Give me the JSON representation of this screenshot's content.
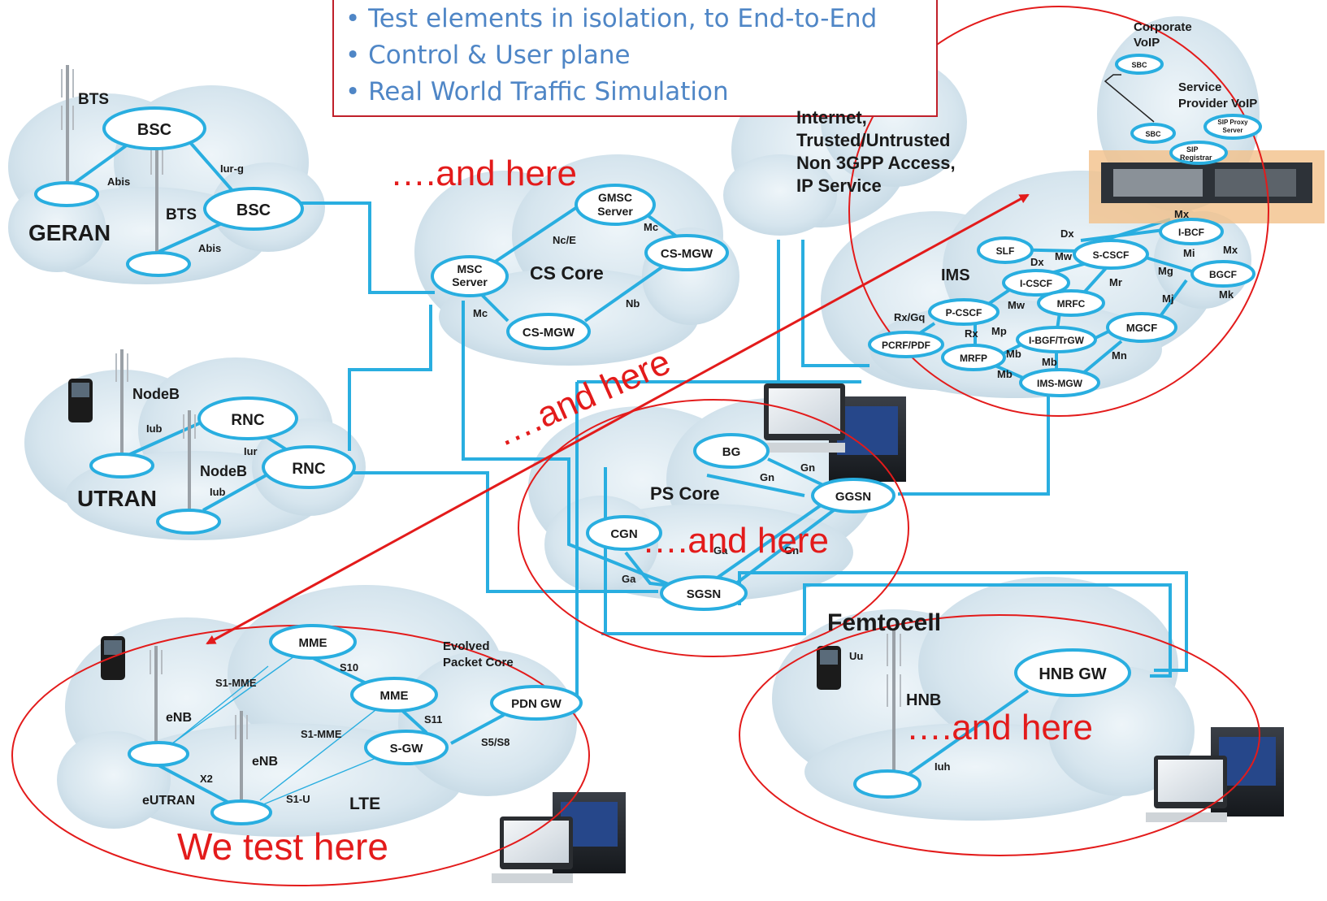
{
  "callout": {
    "bullets": [
      "Test elements in isolation, to End-to-End",
      "Control & User plane",
      "Real World Traffic Simulation"
    ]
  },
  "annotations": {
    "and_here_1": "….and here",
    "and_here_2": "….and here",
    "and_here_3": "….and here",
    "and_here_4": "….and here",
    "we_test_here": "We  test  here"
  },
  "regions": {
    "geran": "GERAN",
    "utran": "UTRAN",
    "cs_core": "CS Core",
    "ps_core": "PS Core",
    "ims": "IMS",
    "lte": "LTE",
    "femtocell": "Femtocell",
    "internet": [
      "Internet,",
      "Trusted/Untrusted",
      "Non 3GPP Access,",
      "IP Service"
    ],
    "evolved_packet_core": [
      "Evolved",
      "Packet Core"
    ],
    "corporate_voip": [
      "Corporate",
      "VoIP"
    ],
    "service_provider_voip": [
      "Service",
      "Provider VoIP"
    ]
  },
  "nodes": {
    "bsc1": "BSC",
    "bsc2": "BSC",
    "bts1": "BTS",
    "bts2": "BTS",
    "msc_server": [
      "MSC",
      "Server"
    ],
    "gmsc_server": [
      "GMSC",
      "Server"
    ],
    "cs_mgw1": "CS-MGW",
    "cs_mgw2": "CS-MGW",
    "rnc1": "RNC",
    "rnc2": "RNC",
    "nodeb1": "NodeB",
    "nodeb2": "NodeB",
    "bg": "BG",
    "ggsn": "GGSN",
    "cgn": "CGN",
    "sgsn": "SGSN",
    "mme1": "MME",
    "mme2": "MME",
    "sgw": "S-GW",
    "pdn_gw": "PDN GW",
    "enb1": "eNB",
    "enb2": "eNB",
    "eutran": "eUTRAN",
    "hnb_gw": "HNB GW",
    "hnb": "HNB",
    "slf": "SLF",
    "s_cscf": "S-CSCF",
    "i_bcf": "I-BCF",
    "i_cscf": "I-CSCF",
    "bgcf": "BGCF",
    "p_cscf": "P-CSCF",
    "mrfc": "MRFC",
    "pcrf_pdf": "PCRF/PDF",
    "mrfp": "MRFP",
    "i_bgf_trgw": "I-BGF/TrGW",
    "mgcf": "MGCF",
    "ims_mgw": "IMS-MGW",
    "sbc1": "SBC",
    "sbc2": "SBC",
    "sip_proxy": [
      "SIP Proxy",
      "Server"
    ],
    "sip_registrar": [
      "SIP",
      "Registrar"
    ]
  },
  "interfaces": {
    "abis1": "Abis",
    "abis2": "Abis",
    "iur_g": "Iur-g",
    "nc_e": "Nc/E",
    "mc1": "Mc",
    "mc2": "Mc",
    "nb": "Nb",
    "iub1": "Iub",
    "iub2": "Iub",
    "iur": "Iur",
    "gn1": "Gn",
    "gn2": "Gn",
    "gn3": "Gn",
    "ga1": "Ga",
    "ga2": "Ga",
    "s1_mme1": "S1-MME",
    "s1_mme2": "S1-MME",
    "s10": "S10",
    "s11": "S11",
    "s5_s8": "S5/S8",
    "x2": "X2",
    "s1_u": "S1-U",
    "uu": "Uu",
    "iuh": "Iuh",
    "dx1": "Dx",
    "dx2": "Dx",
    "mw1": "Mw",
    "mw2": "Mw",
    "mx1": "Mx",
    "mx2": "Mx",
    "mi": "Mi",
    "mg": "Mg",
    "mr": "Mr",
    "mj": "Mj",
    "mk": "Mk",
    "rx_gq": "Rx/Gq",
    "rx": "Rx",
    "mp": "Mp",
    "mb1": "Mb",
    "mb2": "Mb",
    "mb3": "Mb",
    "mn": "Mn"
  },
  "colors": {
    "link": "#29aee0",
    "highlight_red": "#e31b1b",
    "bullet_text": "#4f86c6",
    "cloud": "#d7e6ef"
  }
}
